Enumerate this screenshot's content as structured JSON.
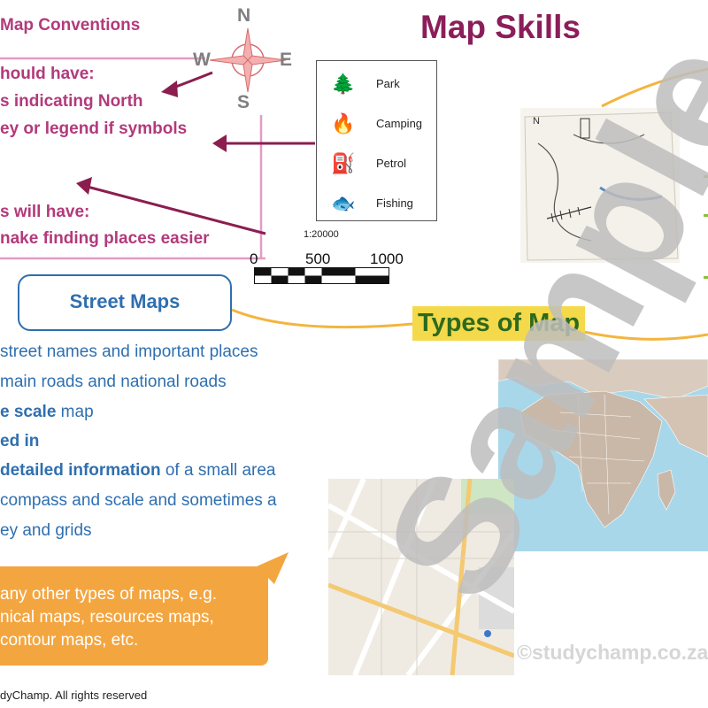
{
  "title": "Map Skills",
  "conventions": {
    "heading": "Map Conventions",
    "lines": [
      "hould have:",
      "s indicating North",
      "ey or legend if symbols",
      "s will have:",
      "nake finding places easier"
    ]
  },
  "compass": {
    "n": "N",
    "s": "S",
    "e": "E",
    "w": "W"
  },
  "legend": {
    "items": [
      {
        "label": "Park",
        "icon": "tree-icon",
        "glyph": "🌲"
      },
      {
        "label": "Camping",
        "icon": "campfire-icon",
        "glyph": "🔥"
      },
      {
        "label": "Petrol",
        "icon": "fuel-pump-icon",
        "glyph": "⛽"
      },
      {
        "label": "Fishing",
        "icon": "fish-icon",
        "glyph": "🐟"
      }
    ]
  },
  "scale": {
    "ratio": "1:20000",
    "ticks": [
      "0",
      "500",
      "1000"
    ]
  },
  "street_maps": {
    "heading": "Street Maps",
    "lines": [
      [
        "",
        "street names and important places",
        ""
      ],
      [
        "",
        "main roads and national roads",
        ""
      ],
      [
        "",
        "e scale",
        " map"
      ],
      [
        "",
        "ed in",
        ""
      ],
      [
        "",
        "detailed information",
        " of a small area"
      ],
      [
        "",
        "compass and scale and sometimes a",
        ""
      ],
      [
        "",
        "ey and grids",
        ""
      ]
    ]
  },
  "types_label": "Types of Map",
  "callout": {
    "lines": [
      "any other types of maps, e.g.",
      "nical maps, resources maps,",
      "contour maps, etc."
    ]
  },
  "footer": "dyChamp. All rights reserved",
  "watermark_site": "©studychamp.co.za",
  "watermark_sample": "Sample",
  "colors": {
    "magenta": "#b23a7b",
    "title": "#8b1e5a",
    "blue": "#2f6fb0",
    "orange": "#f3a640",
    "yellow": "#f4d94a",
    "green": "#2d6a1e"
  }
}
